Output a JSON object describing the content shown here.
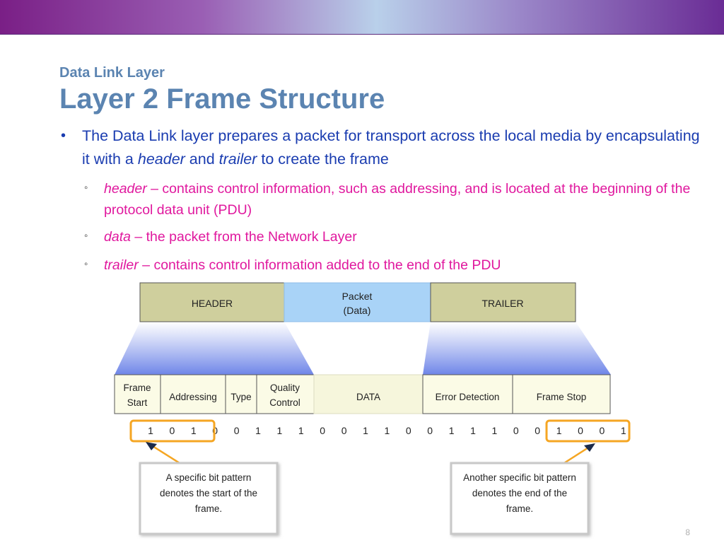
{
  "slide": {
    "kicker": "Data Link Layer",
    "title": "Layer 2 Frame Structure",
    "page_number": "8"
  },
  "bullet": {
    "part1": "The Data Link layer prepares a packet for transport across the local media by encapsulating it with a ",
    "header_word": "header",
    "and_word": " and ",
    "trailer_word": "trailer",
    "part2": " to create the frame"
  },
  "sub_bullets": [
    {
      "term": "header",
      "text": " – contains control information, such as addressing, and is located at the beginning of the protocol data unit (PDU)"
    },
    {
      "term": "data",
      "text": " – the packet from the Network Layer"
    },
    {
      "term": "trailer",
      "text": " – contains control information added to the end of the PDU"
    }
  ],
  "diagram": {
    "top_header": "HEADER",
    "top_packet_line1": "Packet",
    "top_packet_line2": "(Data)",
    "top_trailer": "TRAILER",
    "fields": {
      "frame_start_line1": "Frame",
      "frame_start_line2": "Start",
      "addressing": "Addressing",
      "type": "Type",
      "quality_line1": "Quality",
      "quality_line2": "Control",
      "data": "DATA",
      "error_detection": "Error Detection",
      "frame_stop": "Frame Stop"
    },
    "bits": [
      "1",
      "0",
      "1",
      "0",
      "0",
      "1",
      "1",
      "1",
      "0",
      "0",
      "1",
      "1",
      "0",
      "0",
      "1",
      "1",
      "1",
      "0",
      "0",
      "1",
      "0",
      "0",
      "1"
    ],
    "callout_start": [
      "A specific bit pattern",
      "denotes the start of the",
      "frame."
    ],
    "callout_end": [
      "Another specific bit pattern",
      "denotes the end of the",
      "frame."
    ],
    "colors": {
      "frame_box": "#cfcf9d",
      "packet_box": "#a9d3f7",
      "field_box": "#fbfbe6",
      "highlight": "#f5a623",
      "arrow": "#1b2a4a"
    }
  }
}
